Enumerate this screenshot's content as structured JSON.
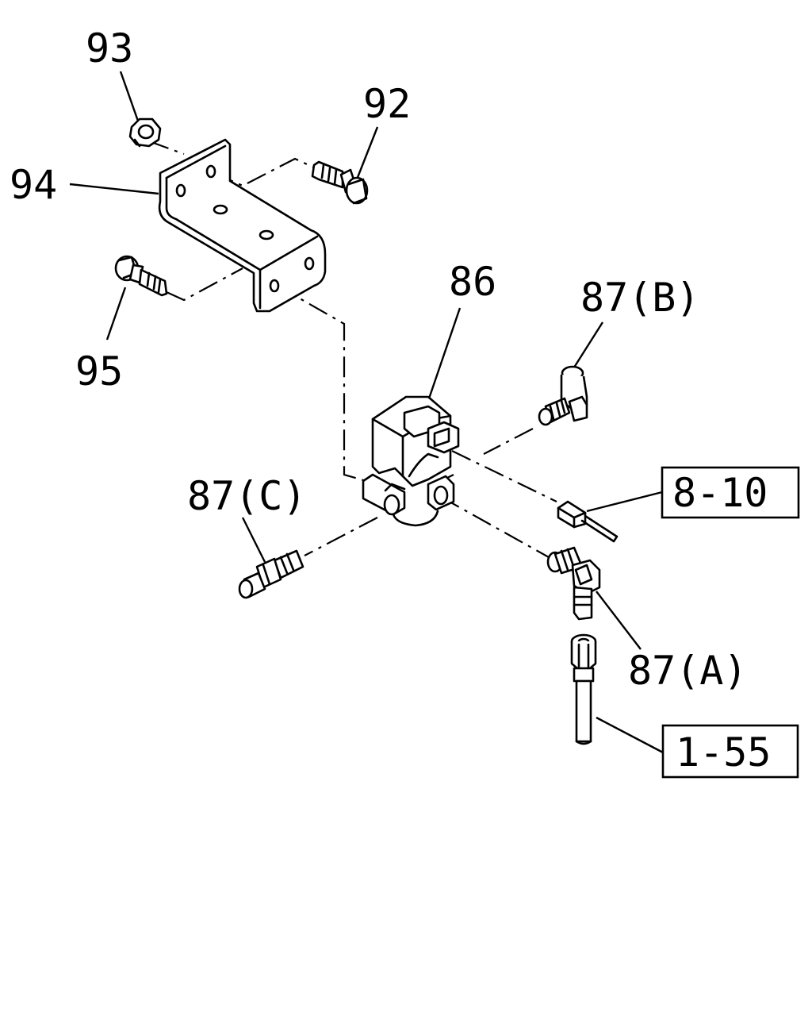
{
  "callouts": {
    "p93": "93",
    "p92": "92",
    "p94": "94",
    "p95": "95",
    "p86": "86",
    "p87b": "87(B)",
    "p87c": "87(C)",
    "p87a": "87(A)"
  },
  "references": {
    "r810": "8-10",
    "r155": "1-55"
  },
  "colors": {
    "line": "#000000",
    "background": "#ffffff"
  }
}
